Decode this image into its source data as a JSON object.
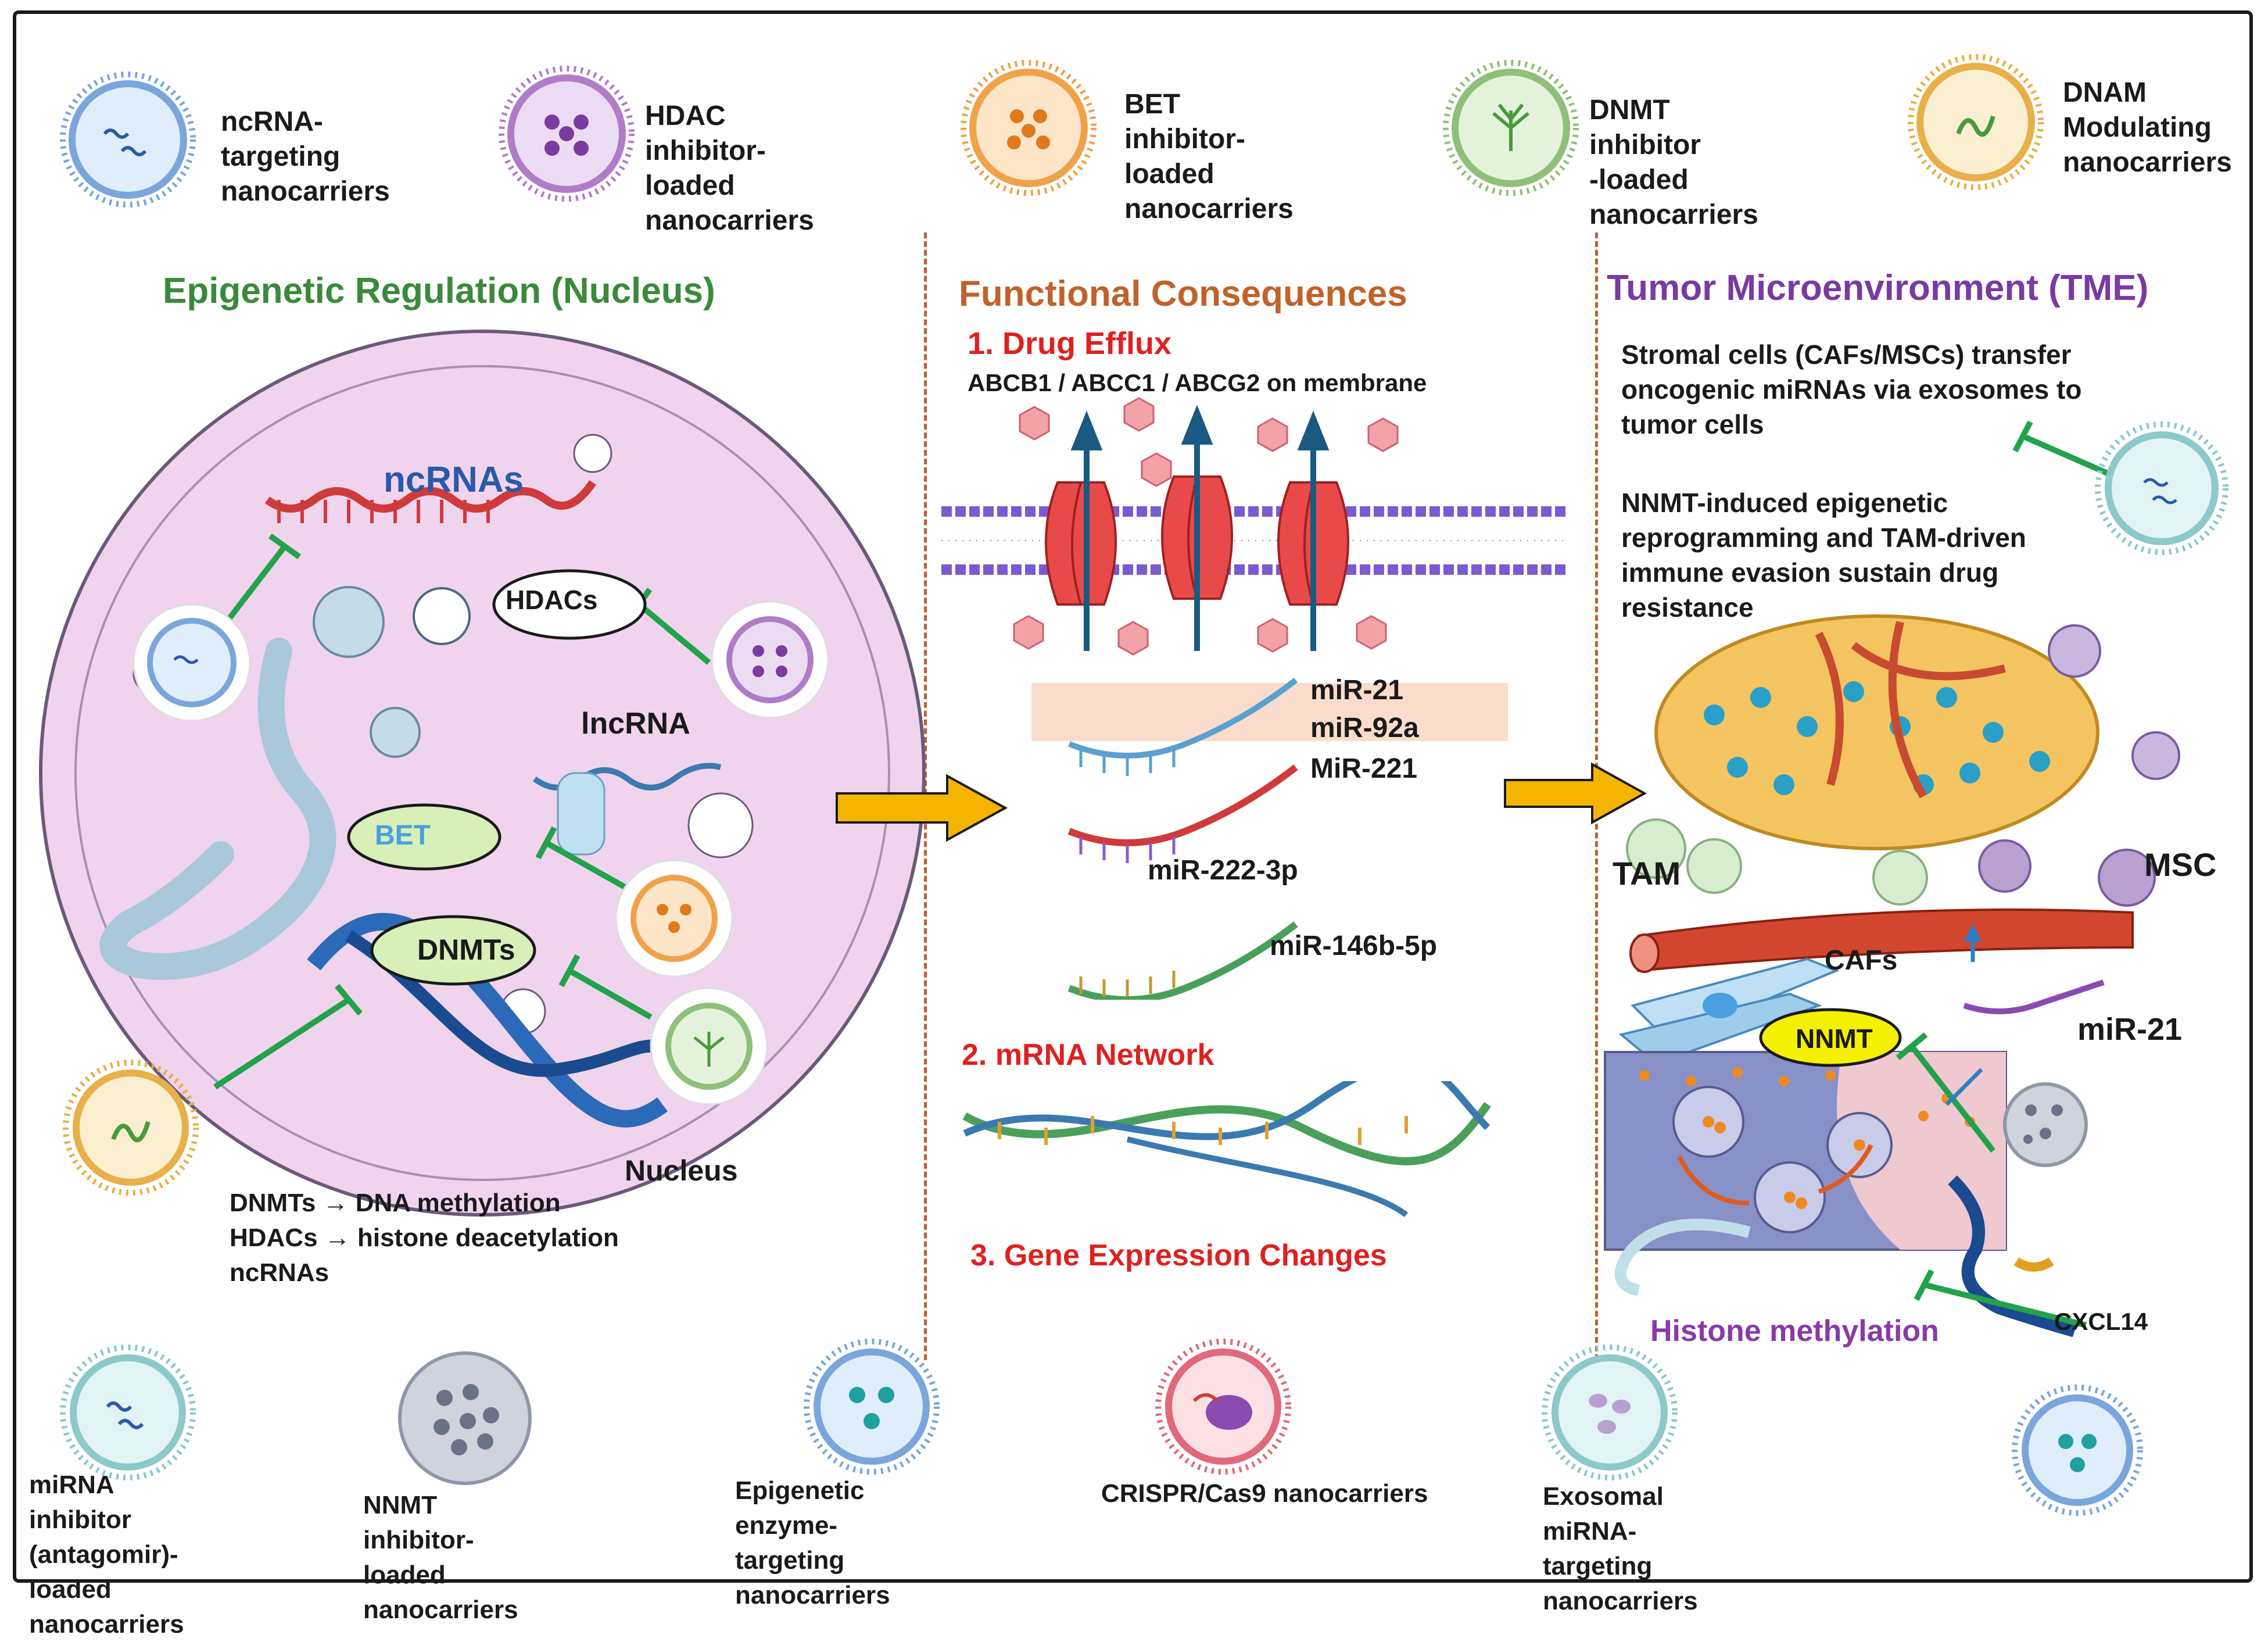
{
  "legend_top": [
    {
      "label": "ncRNA-targeting\nnanocarriers",
      "icon": "ncrna-nanocarrier-icon",
      "color": "#7aa6dc"
    },
    {
      "label": "HDAC inhibitor-\nloaded nanocarriers",
      "icon": "hdac-nanocarrier-icon",
      "color": "#b07cc8"
    },
    {
      "label": "BET inhibitor-\nloaded nanocarriers",
      "icon": "bet-nanocarrier-icon",
      "color": "#f0a24a"
    },
    {
      "label": "DNMT inhibitor\n-loaded nanocarriers",
      "icon": "dnmt-nanocarrier-icon",
      "color": "#8fc07a"
    },
    {
      "label": "DNAM\nModulating\nnanocarriers",
      "icon": "dnam-nanocarrier-icon",
      "color": "#e8b048"
    }
  ],
  "sections": {
    "nucleus_title": "Epigenetic Regulation (Nucleus)",
    "functional_title": "Functional Consequences",
    "tme_title": "Tumor Microenvironment (TME)"
  },
  "nucleus": {
    "ncrnas": "ncRNAs",
    "hdacs": "HDACs",
    "lncrna": "lncRNA",
    "bet": "BET",
    "dnmts": "DNMTs",
    "nucleus_label": "Nucleus",
    "notes": "DNMTs → DNA methylation\nHDACs → histone deacetylation\nncRNAs"
  },
  "functional": {
    "drug_efflux": "1. Drug Efflux",
    "transporters": "ABCB1 / ABCC1 / ABCG2 on membrane",
    "mirnas": [
      "miR-21",
      "miR-92a",
      "MiR-221",
      "miR-222-3p",
      "miR-146b-5p"
    ],
    "mrna_network": "2. mRNA Network",
    "gene_expression": "3. Gene Expression Changes"
  },
  "tme": {
    "stromal_text": "Stromal cells (CAFs/MSCs) transfer\noncogenic miRNAs via exosomes to\ntumor cells",
    "nnmt_text": "NNMT-induced epigenetic\nreprogramming and TAM-driven\nimmune evasion sustain drug\nresistance",
    "tam": "TAM",
    "msc": "MSC",
    "cafs": "CAFs",
    "nnmt": "NNMT",
    "mir21": "miR-21",
    "histone": "Histone methylation",
    "cxcl14": "CXCL14"
  },
  "legend_bottom": [
    {
      "label": "miRNA inhibitor\n(antagomir)-loaded\nnanocarriers",
      "icon": "antagomir-nanocarrier-icon",
      "color": "#8cc9c9"
    },
    {
      "label": "NNMT inhibitor-loaded\nnanocarriers",
      "icon": "nnmt-nanocarrier-icon",
      "color": "#8e96a8"
    },
    {
      "label": "Epigenetic enzyme-\ntargeting nanocarriers",
      "icon": "enzyme-nanocarrier-icon",
      "color": "#7aa6dc"
    },
    {
      "label": "CRISPR/Cas9 nanocarriers",
      "icon": "crispr-nanocarrier-icon",
      "color": "#e06a7a"
    },
    {
      "label": "Exosomal miRNA-\ntargeting nanocarriers",
      "icon": "exosomal-nanocarrier-icon",
      "color": "#8cc9c9"
    }
  ],
  "colors": {
    "nucleus_title": "#3a8a3a",
    "functional_title": "#c0622a",
    "tme_title": "#7a3aa0",
    "red_heading": "#e02020",
    "inhibit": "#22a24a",
    "arrow": "#f4b400",
    "nucleus_fill": "#f0d4ee"
  }
}
